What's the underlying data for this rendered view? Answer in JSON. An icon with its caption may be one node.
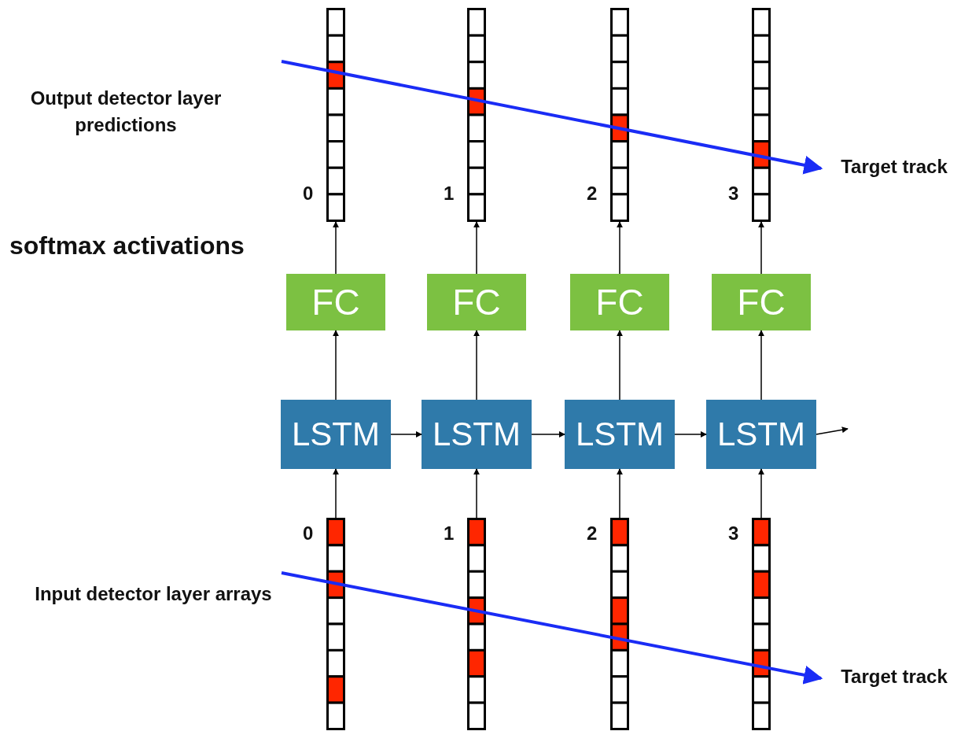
{
  "diagram": {
    "nodes": [
      {
        "text": [],
        "shape": "bar",
        "beside": [
          "0"
        ]
      },
      {
        "text": [],
        "shape": "bar",
        "beside": [
          "1"
        ]
      },
      {
        "text": [],
        "shape": "bar",
        "beside": [
          "2"
        ]
      },
      {
        "text": [],
        "shape": "bar",
        "beside": [
          "3"
        ]
      },
      {
        "text": [
          "Target track"
        ]
      },
      {
        "text": [
          "FC"
        ]
      },
      {
        "text": [
          "FC"
        ]
      },
      {
        "text": [
          "FC"
        ]
      },
      {
        "text": [
          "FC"
        ]
      },
      {
        "text": [
          "LSTM"
        ]
      },
      {
        "text": [
          "LSTM"
        ]
      },
      {
        "text": [
          "LSTM"
        ]
      },
      {
        "text": [
          "LSTM"
        ]
      },
      {
        "text": [],
        "shape": "bar",
        "beside": [
          "0"
        ]
      },
      {
        "text": [],
        "shape": "bar",
        "beside": [
          "1"
        ]
      },
      {
        "text": [],
        "shape": "bar",
        "beside": [
          "2"
        ]
      },
      {
        "text": [],
        "shape": "bar",
        "beside": [
          "3"
        ]
      },
      {
        "text": [
          "Target track"
        ]
      }
    ],
    "edges": [
      {
        "from": null,
        "to": 4,
        "arrow": "to",
        "style": "thick",
        "color": "#1a2cf5"
      },
      {
        "from": 5,
        "to": 0,
        "arrow": "to"
      },
      {
        "from": 6,
        "to": 1,
        "arrow": "to"
      },
      {
        "from": 7,
        "to": 2,
        "arrow": "to"
      },
      {
        "from": 8,
        "to": 3,
        "arrow": "to"
      },
      {
        "from": 9,
        "to": 5,
        "arrow": "to"
      },
      {
        "from": 10,
        "to": 6,
        "arrow": "to"
      },
      {
        "from": 11,
        "to": 7,
        "arrow": "to"
      },
      {
        "from": 12,
        "to": 8,
        "arrow": "to"
      },
      {
        "from": 9,
        "to": 10,
        "arrow": "to"
      },
      {
        "from": 10,
        "to": 11,
        "arrow": "to"
      },
      {
        "from": 11,
        "to": 12,
        "arrow": "to"
      },
      {
        "from": 12,
        "to": null,
        "arrow": "to"
      },
      {
        "from": 13,
        "to": 9,
        "arrow": "to"
      },
      {
        "from": 14,
        "to": 10,
        "arrow": "to"
      },
      {
        "from": 15,
        "to": 11,
        "arrow": "to"
      },
      {
        "from": 16,
        "to": 12,
        "arrow": "to"
      },
      {
        "from": null,
        "to": 17,
        "arrow": "to",
        "style": "thick",
        "color": "#1a2cf5"
      }
    ],
    "labels": [
      "Output detector layer predictions",
      "softmax activations",
      "Input detector layer arrays"
    ]
  }
}
